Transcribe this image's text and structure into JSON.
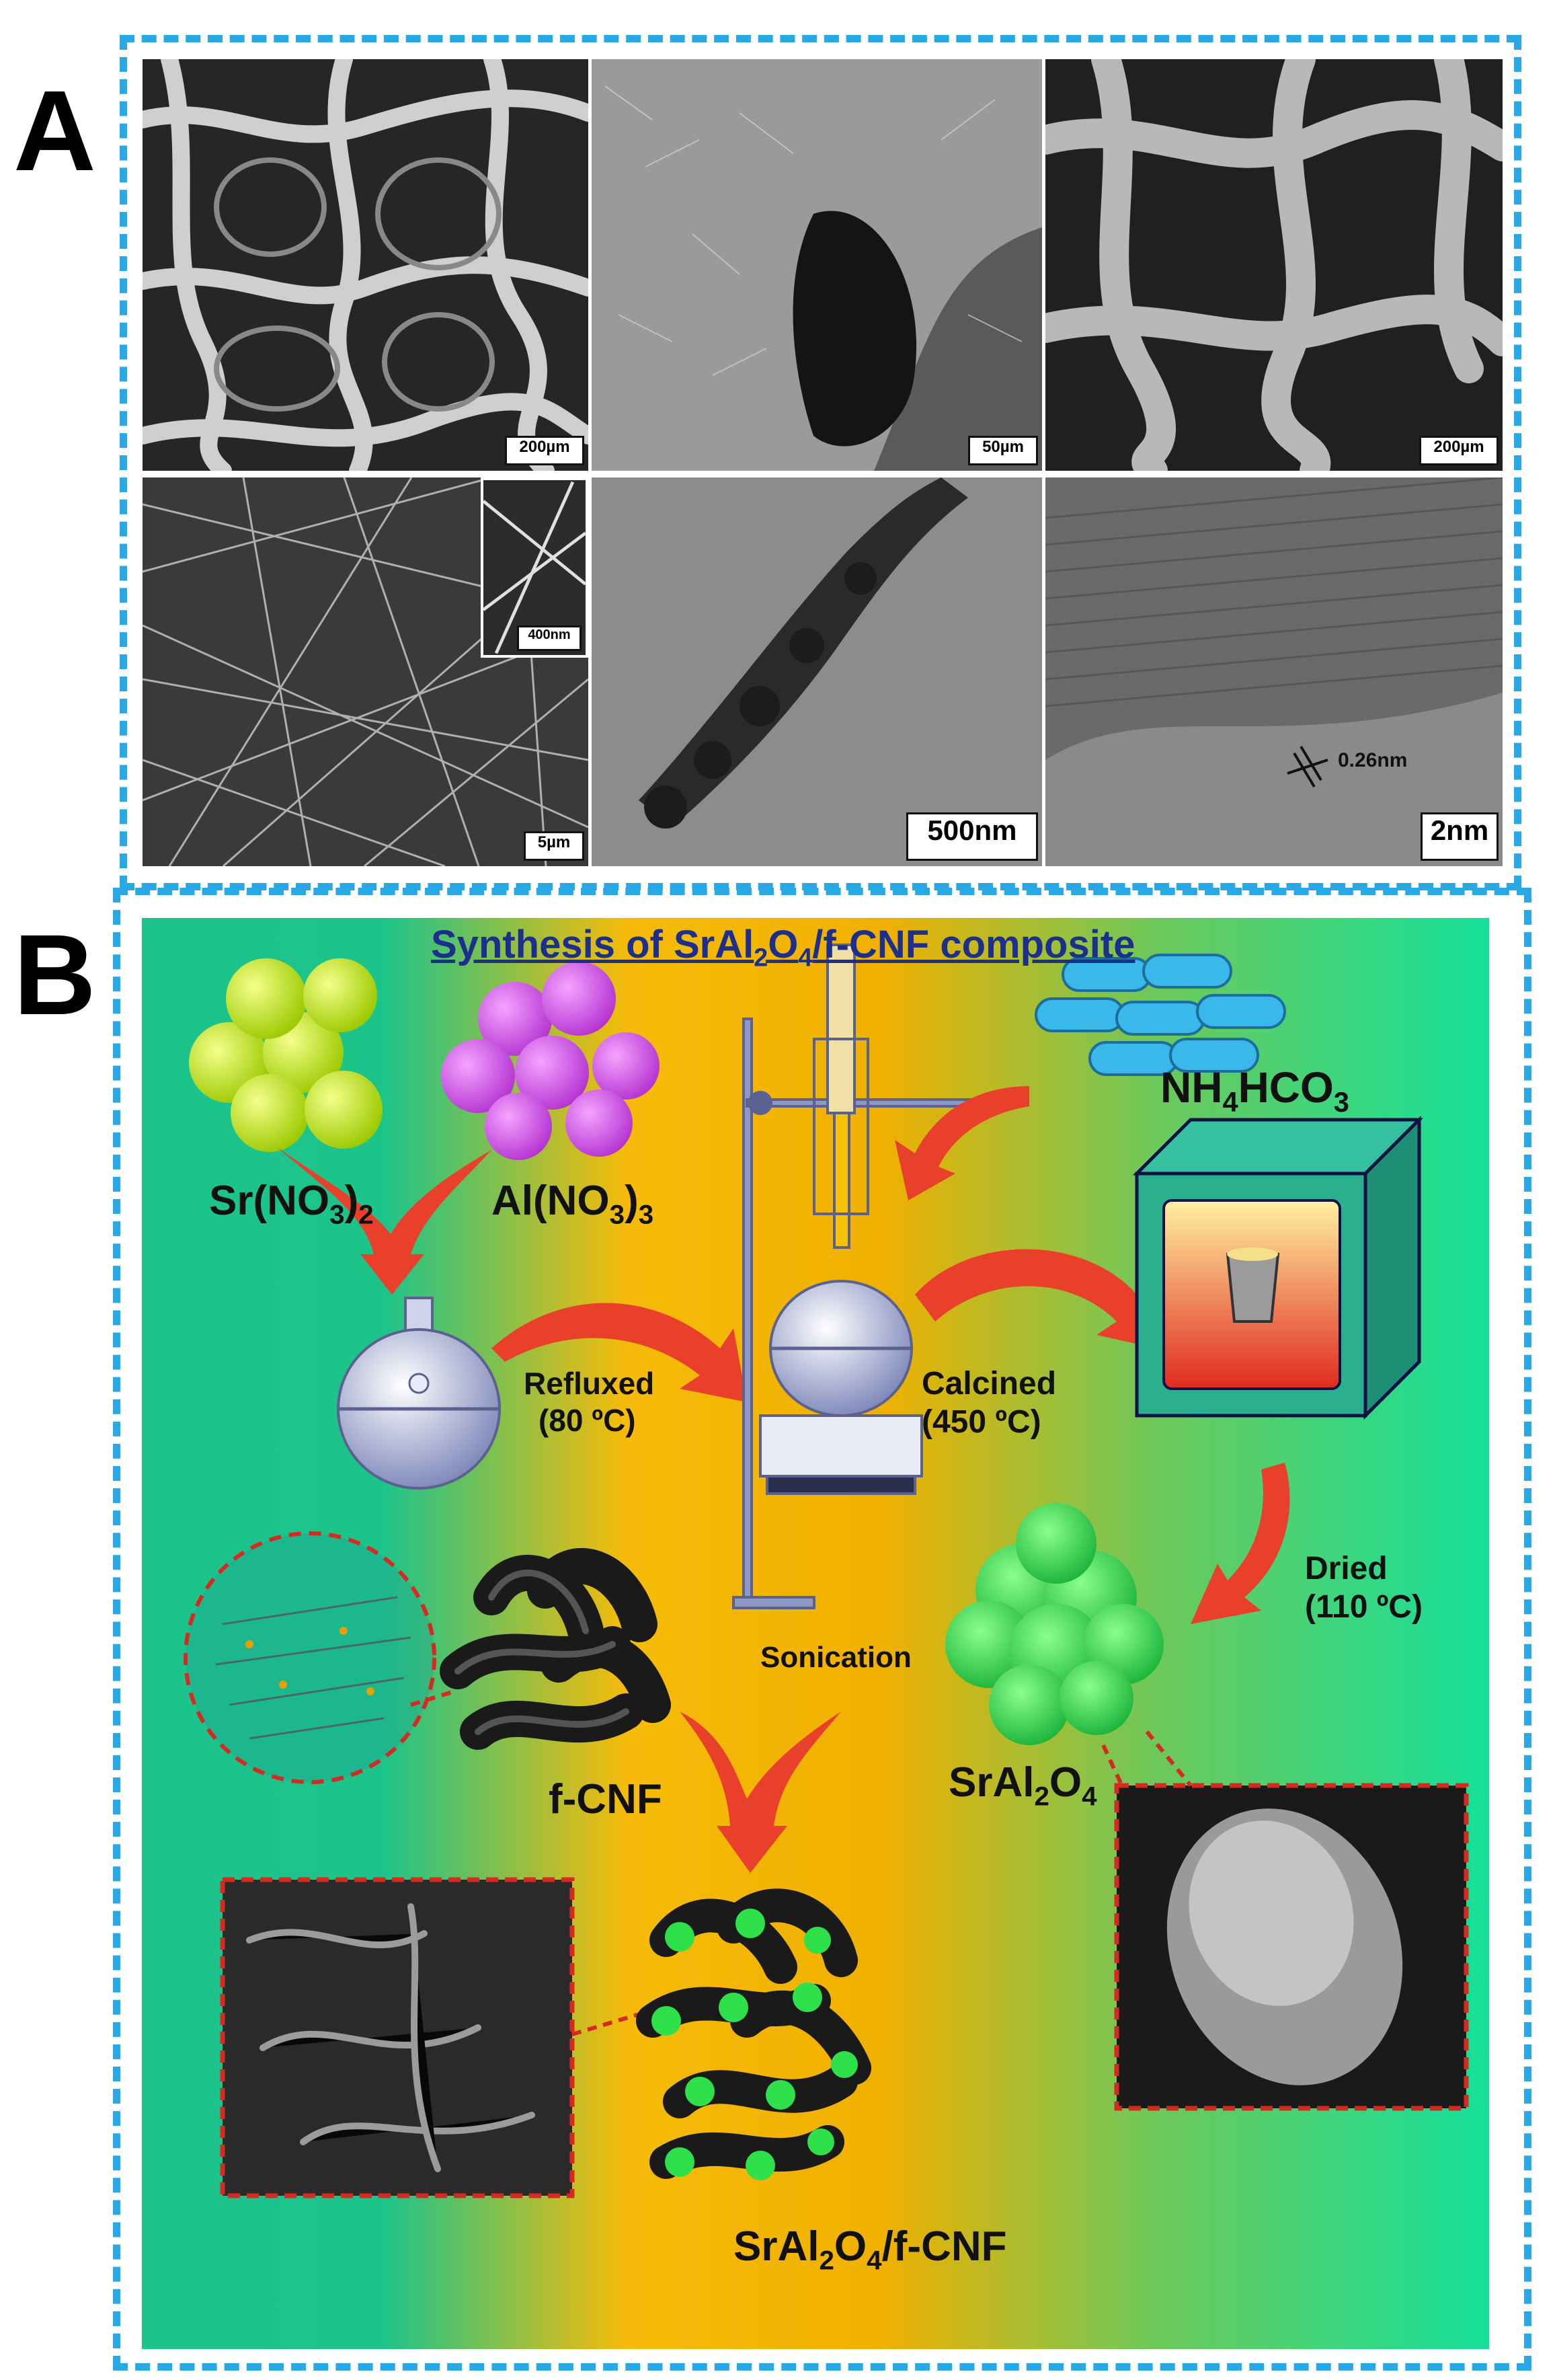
{
  "panels": {
    "a_letter": "A",
    "b_letter": "B"
  },
  "panel_a": {
    "scale_bars": [
      {
        "text": "200µm"
      },
      {
        "text": "50µm"
      },
      {
        "text": "200µm"
      },
      {
        "text": "5µm"
      },
      {
        "text": "400nm"
      },
      {
        "text": "500nm"
      },
      {
        "text": "2nm"
      }
    ],
    "lattice_label": "0.26nm"
  },
  "panel_b": {
    "title_prefix": "Synthesis of SrAl",
    "title_sub": "2",
    "title_mid": "O",
    "title_sub2": "4",
    "title_suffix": "/f-CNF composite",
    "reagent1": {
      "base": "Sr(NO",
      "sub1": "3",
      "close": ")",
      "sub2": "2"
    },
    "reagent2": {
      "base": "Al(NO",
      "sub1": "3",
      "close": ")",
      "sub2": "3"
    },
    "reagent3": {
      "base": "NH",
      "sub1": "4",
      "mid": "HCO",
      "sub2": "3"
    },
    "step_reflux": "Refluxed",
    "step_reflux_temp": "(80 ºC)",
    "step_calcine": "Calcined",
    "step_calcine_temp": "(450 ºC)",
    "step_dry": "Dried",
    "step_dry_temp": "(110 ºC)",
    "step_sonication": "Sonication",
    "fcnf_label": "f-CNF",
    "sral_label": {
      "base": "SrAl",
      "sub1": "2",
      "mid": "O",
      "sub2": "4"
    },
    "composite_label": {
      "base": "SrAl",
      "sub1": "2",
      "mid": "O",
      "sub2": "4",
      "suffix": "/f-CNF"
    },
    "colors": {
      "bg_left": "#1cc48c",
      "bg_mid": "#f5b800",
      "bg_right": "#15e09a",
      "arrow": "#e8402a",
      "frame": "#29a8e6",
      "title": "#1d2f8c"
    }
  }
}
